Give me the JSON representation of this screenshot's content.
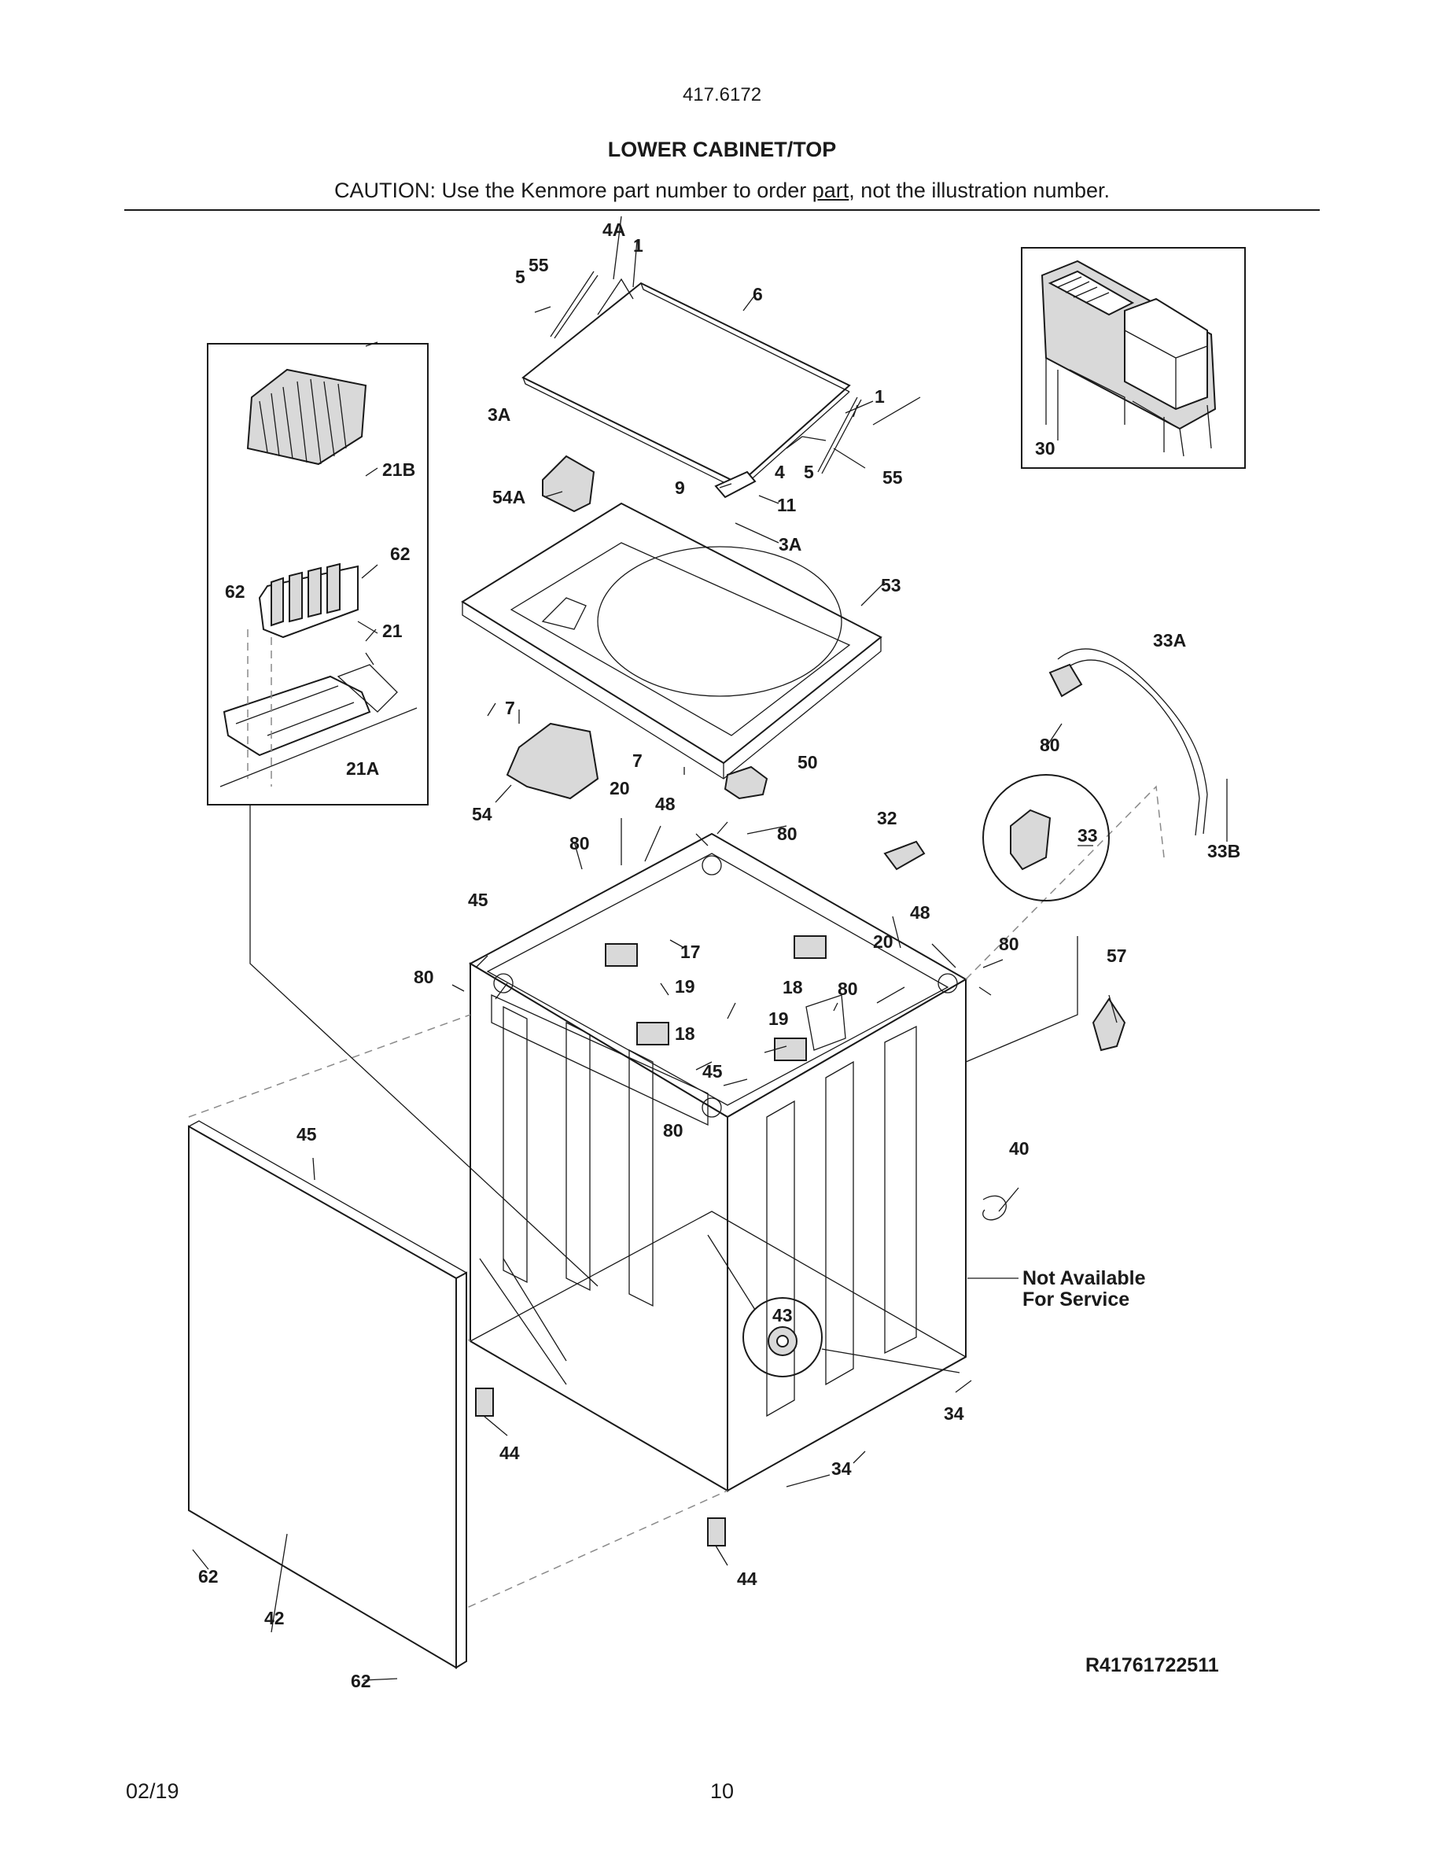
{
  "header": {
    "model": "417.6172",
    "title": "LOWER CABINET/TOP",
    "caution_prefix": "CAUTION: Use the Kenmore part number to order ",
    "caution_link": "part",
    "caution_suffix": ", not the illustration number."
  },
  "callouts": [
    "4A",
    "1",
    "55",
    "5",
    "6",
    "3A",
    "1",
    "4",
    "5",
    "55",
    "9",
    "11",
    "3A",
    "54A",
    "53",
    "21B",
    "62",
    "62",
    "21",
    "21A",
    "7",
    "54",
    "7",
    "50",
    "20",
    "48",
    "80",
    "80",
    "45",
    "80",
    "17",
    "19",
    "18",
    "80",
    "19",
    "18",
    "45",
    "80",
    "20",
    "48",
    "80",
    "57",
    "32",
    "33",
    "33A",
    "80",
    "33B",
    "30",
    "45",
    "40",
    "43",
    "34",
    "34",
    "44",
    "44",
    "62",
    "42",
    "62"
  ],
  "notes": {
    "not_available_line1": "Not Available",
    "not_available_line2": "For Service",
    "ref_code": "R41761722511"
  },
  "footer": {
    "date": "02/19",
    "page": "10"
  }
}
